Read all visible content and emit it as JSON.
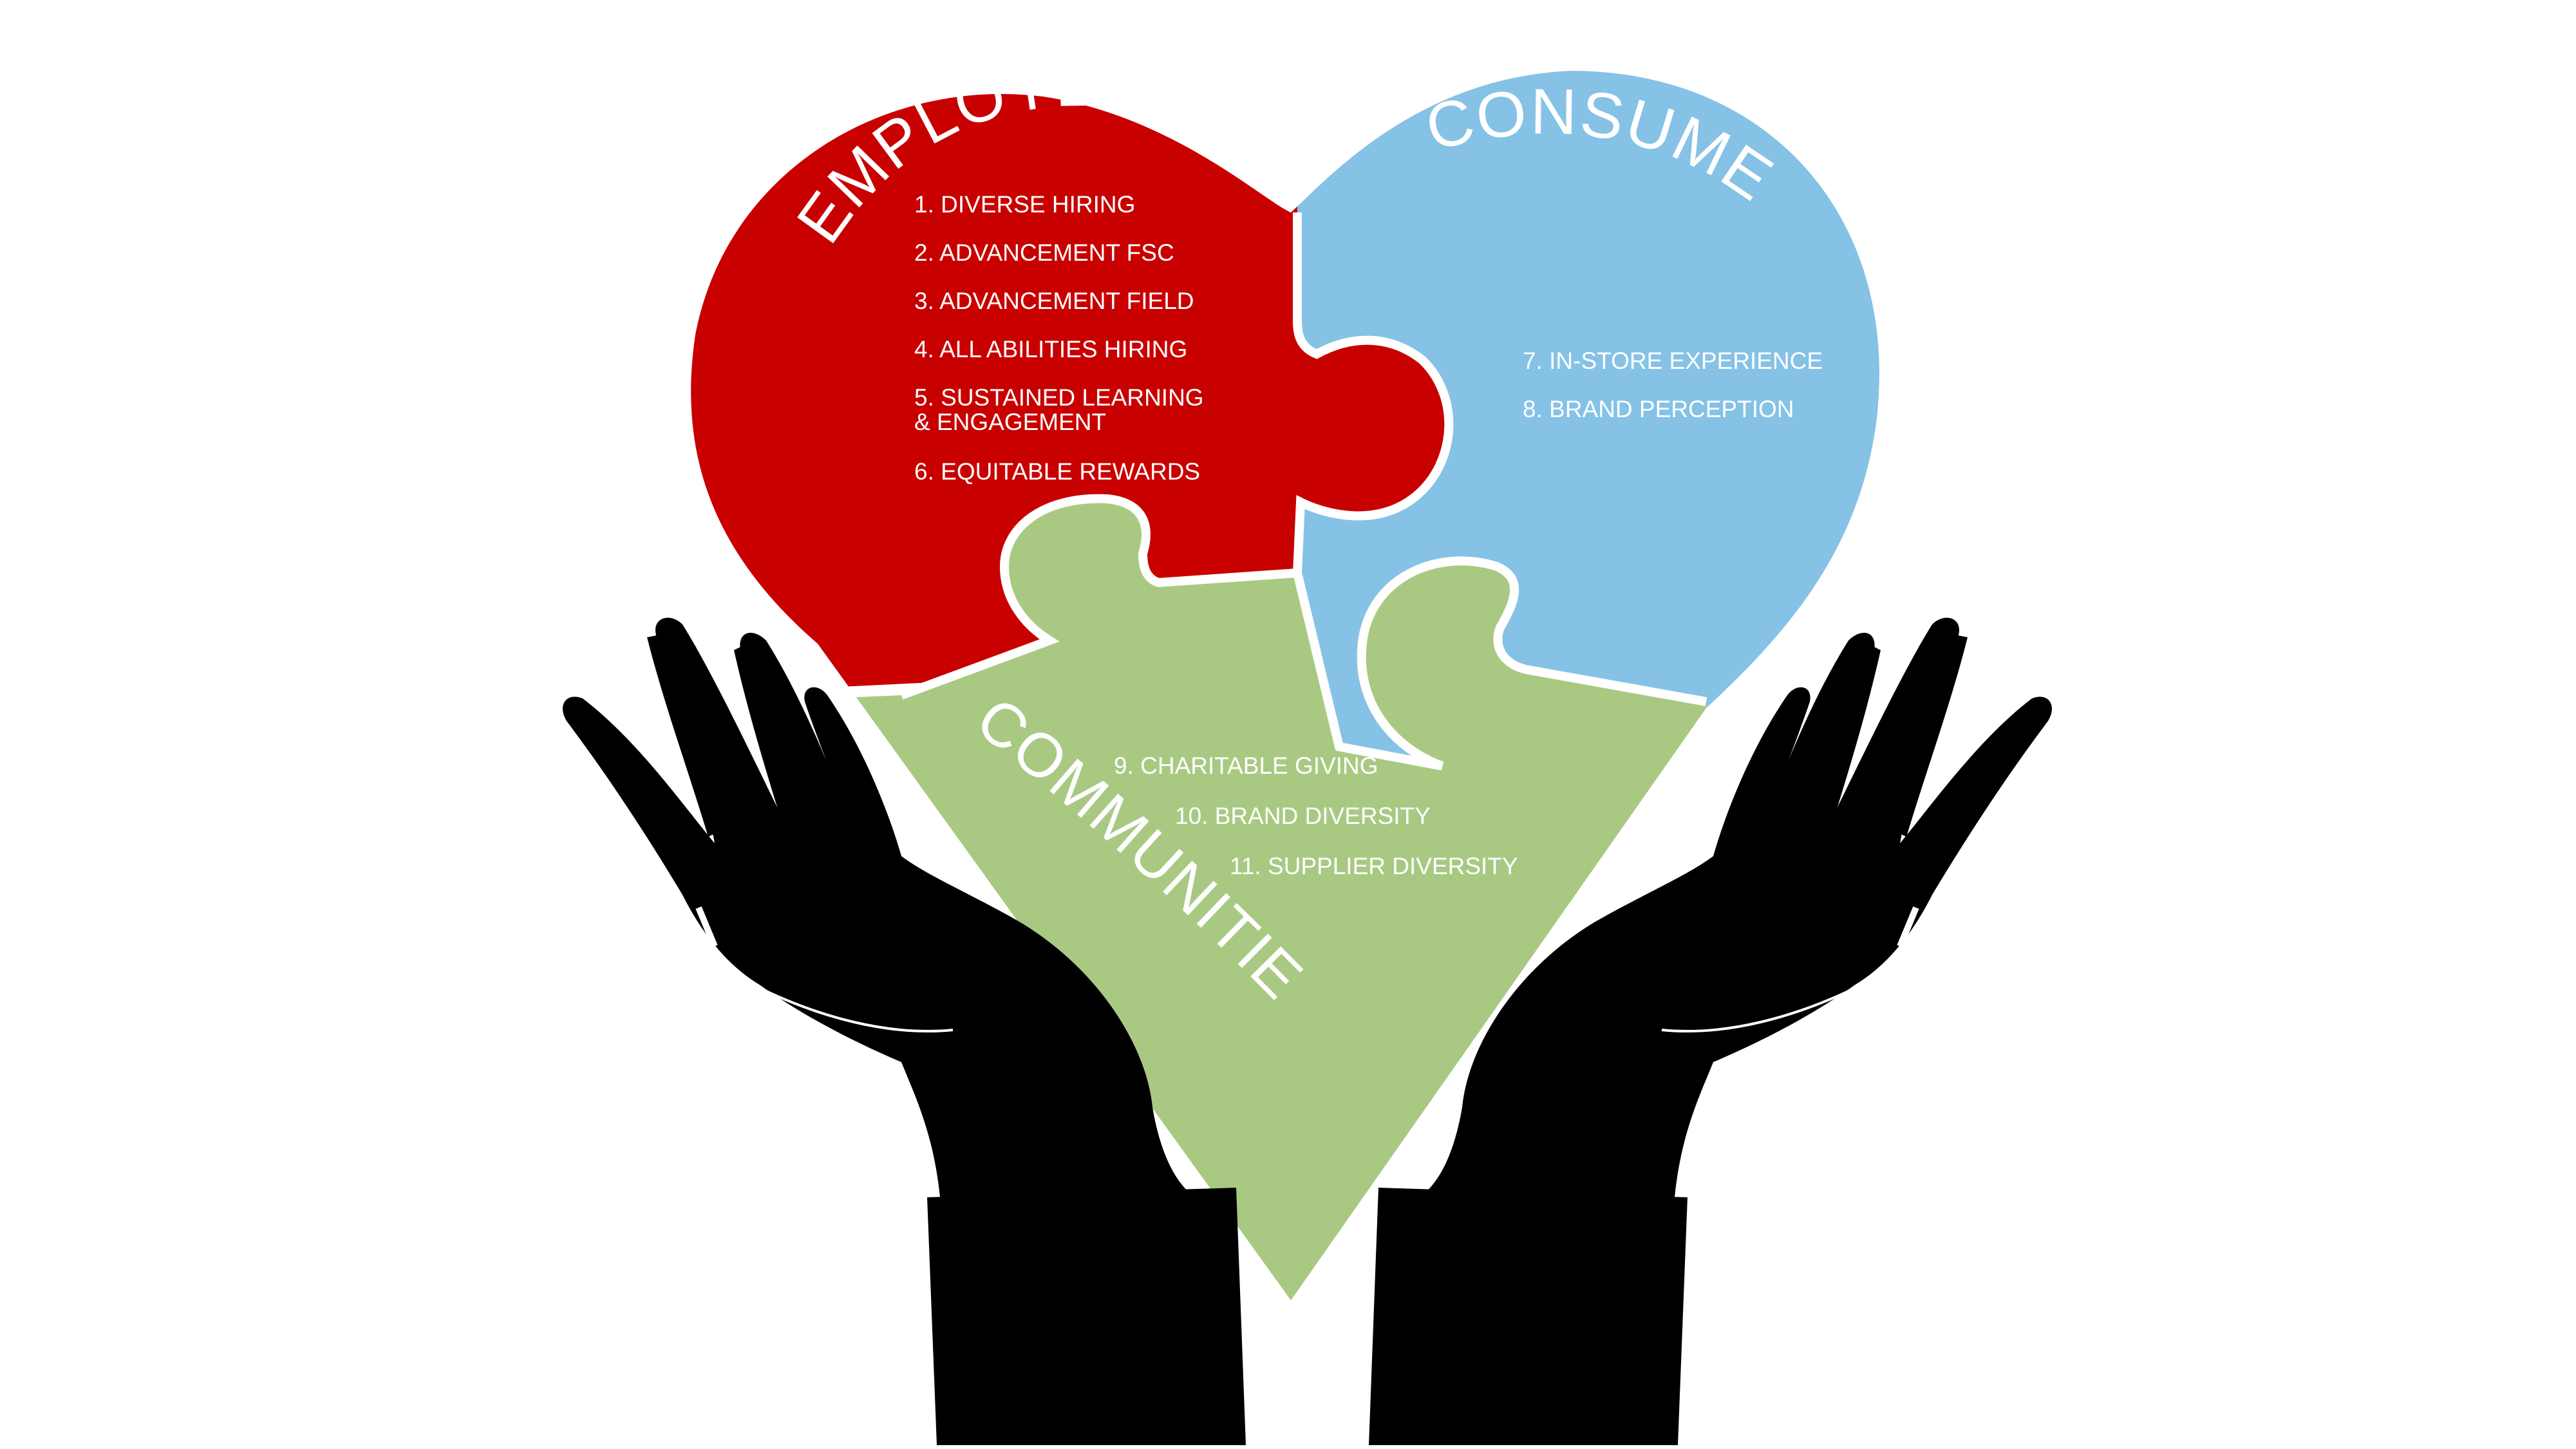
{
  "colors": {
    "employees": "#c80000",
    "consumers": "#85c2e6",
    "communities": "#a9c983",
    "hands": "#000000",
    "background": "#ffffff",
    "text": "#ffffff"
  },
  "employees": {
    "title": "EMPLOYEES",
    "items": [
      "1. DIVERSE HIRING",
      "2. ADVANCEMENT FSC",
      "3. ADVANCEMENT FIELD",
      "4. ALL ABILITIES HIRING",
      "5. SUSTAINED LEARNING",
      "& ENGAGEMENT",
      "6. EQUITABLE REWARDS"
    ]
  },
  "consumers": {
    "title": "CONSUMERS",
    "items": [
      "7. IN-STORE EXPERIENCE",
      "8. BRAND PERCEPTION"
    ]
  },
  "communities": {
    "title": "COMMUNITIES",
    "items": [
      "9. CHARITABLE GIVING",
      "10. BRAND DIVERSITY",
      "11. SUPPLIER DIVERSITY"
    ]
  },
  "icons": {
    "left_hand": "left-hand-icon",
    "right_hand": "right-hand-icon"
  }
}
